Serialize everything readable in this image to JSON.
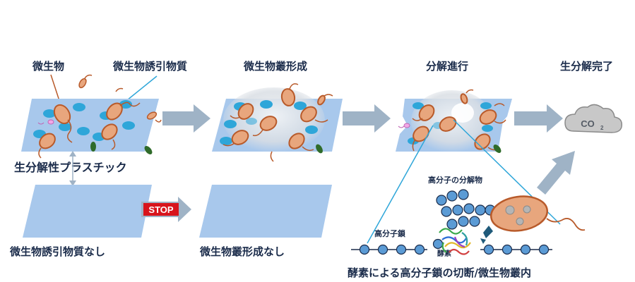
{
  "labels": {
    "microbe": "微生物",
    "attractant": "微生物誘引物質",
    "biofilm_formation": "微生物叢形成",
    "degradation_progress": "分解進行",
    "degradation_complete": "生分解完了",
    "biodegradable_plastic": "生分解性プラスチック",
    "no_attractant": "微生物誘引物質なし",
    "no_biofilm": "微生物叢形成なし",
    "polymer_fragments": "高分子の分解物",
    "polymer_chain": "高分子鎖",
    "enzyme": "酵素",
    "enzyme_cleavage": "酵素による高分子鎖の切断/微生物叢内",
    "stop": "STOP",
    "co2": "CO",
    "co2_sub": "2"
  },
  "colors": {
    "plastic_sheet": "#a8c8ec",
    "attractant_dot": "#2ea6d9",
    "microbe_body": "#e8a67d",
    "microbe_outline": "#b85a2a",
    "arrow": "#9fb3c6",
    "stop_red": "#d8141c",
    "chain_dot": "#5b9bd5",
    "text": "#1a2b4a",
    "biofilm": "#dfe4ea",
    "cloud": "#c8c8c8"
  }
}
